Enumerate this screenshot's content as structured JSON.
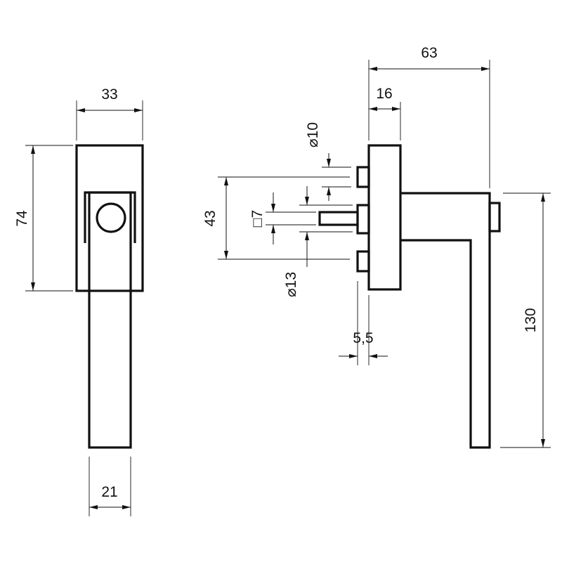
{
  "colors": {
    "line": "#111111",
    "background": "#ffffff"
  },
  "dimensions": {
    "width_33": "33",
    "height_74": "74",
    "width_21": "21",
    "overall_63": "63",
    "depth_16": "16",
    "dia_10": "⌀10",
    "square_7": "□7",
    "spacing_43": "43",
    "dia_13": "⌀13",
    "pin_5_5": "5,5",
    "height_130": "130"
  }
}
